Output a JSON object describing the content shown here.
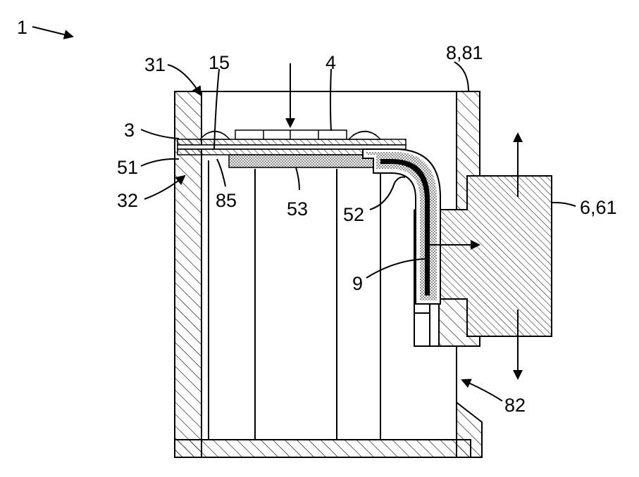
{
  "labels": {
    "l1": "1",
    "l31": "31",
    "l15": "15",
    "l4": "4",
    "l881": "8,81",
    "l3": "3",
    "l51": "51",
    "l32": "32",
    "l85": "85",
    "l53": "53",
    "l52": "52",
    "l661": "6,61",
    "l9": "9",
    "l82": "82"
  }
}
